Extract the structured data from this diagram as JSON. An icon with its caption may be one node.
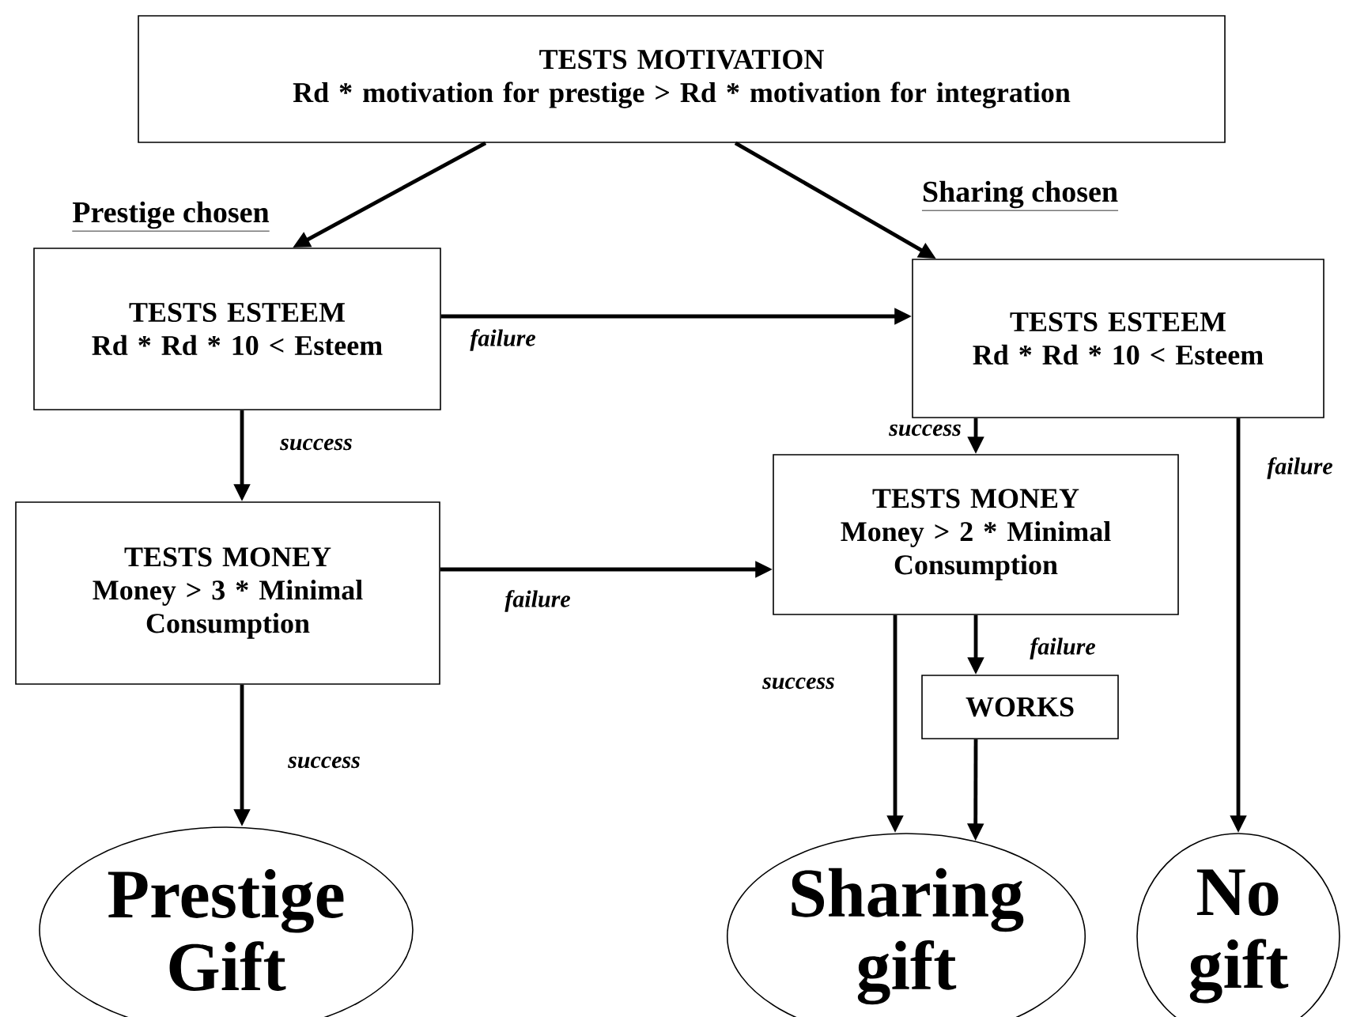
{
  "diagram": {
    "nodes": [
      {
        "text": [
          "TESTS MOTIVATION",
          "Rd * motivation for prestige > Rd * motivation for integration"
        ]
      },
      {
        "text": [
          "TESTS ESTEEM",
          "Rd * Rd * 10 < Esteem"
        ]
      },
      {
        "text": [
          "TESTS ESTEEM",
          "Rd * Rd * 10 < Esteem"
        ]
      },
      {
        "text": [
          "TESTS MONEY",
          "Money > 3 * Minimal Consumption"
        ]
      },
      {
        "text": [
          "TESTS MONEY",
          "Money > 2 * Minimal Consumption"
        ]
      },
      {
        "text": [
          "WORKS"
        ]
      },
      {
        "text": [
          "Prestige Gift"
        ]
      },
      {
        "text": [
          "Sharing gift"
        ]
      },
      {
        "text": [
          "No gift"
        ]
      }
    ],
    "edges": [
      {
        "from": 0,
        "to": 1,
        "arrow": "to",
        "label": "Prestige chosen"
      },
      {
        "from": 0,
        "to": 2,
        "arrow": "to",
        "label": "Sharing chosen"
      },
      {
        "from": 1,
        "to": 2,
        "arrow": "to",
        "label": "failure"
      },
      {
        "from": 1,
        "to": 3,
        "arrow": "to",
        "label": "success"
      },
      {
        "from": 2,
        "to": 4,
        "arrow": "to",
        "label": "success"
      },
      {
        "from": 2,
        "to": 8,
        "arrow": "to",
        "label": "failure"
      },
      {
        "from": 3,
        "to": 4,
        "arrow": "to",
        "label": "failure"
      },
      {
        "from": 3,
        "to": 6,
        "arrow": "to",
        "label": "success"
      },
      {
        "from": 4,
        "to": 7,
        "arrow": "to",
        "label": "success"
      },
      {
        "from": 4,
        "to": 5,
        "arrow": "to",
        "label": "failure"
      },
      {
        "from": 5,
        "to": 7,
        "arrow": "to"
      }
    ]
  }
}
